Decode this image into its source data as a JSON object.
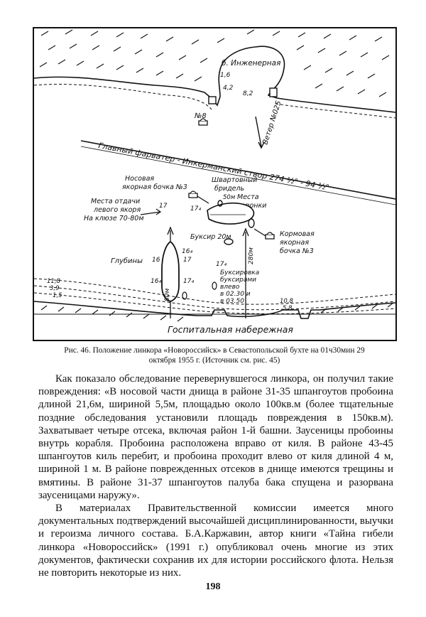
{
  "figure": {
    "labels": {
      "inzhenernaya": "б. Инженерная",
      "depth_16": "1,6",
      "depth_42": "4,2",
      "depth_82": "8,2",
      "n8": "№8",
      "wind": "Ветер №025",
      "fairway": "Главный фарватер - Инкерманский створ  274 ½° - 94 ½°",
      "bow_buoy_1": "Носовая",
      "bow_buoy_2": "якорная бочка №3",
      "shvartov_1": "Швартовный",
      "shvartov_2": "бридель",
      "shvartov_50": "50м",
      "funnels_1": "Места",
      "funnels_2": "воронки",
      "left_anchor_1": "Места отдачи",
      "left_anchor_2": "левого якоря",
      "left_anchor_3": "На клюзе 70-80м",
      "d17a": "17",
      "d174a": "17₄",
      "stern_buoy_1": "Кормовая",
      "stern_buoy_2": "якорная",
      "stern_buoy_3": "бочка №3",
      "tug": "Буксир 20м",
      "d164a": "16₄",
      "depths_word": "Глубины",
      "d16": "16",
      "d17": "17",
      "d164b": "16₄",
      "d174b": "17₄",
      "d174c": "17₄",
      "len80": "80м",
      "len280": "280м",
      "tow_1": "Буксировка",
      "tow_2": "буксирами",
      "tow_3": "влево",
      "tow_4": "в 02.30 и",
      "tow_5": "в 03.50",
      "shore_118": "11,8",
      "shore_39": "3,9",
      "shore_15": "1,5",
      "shore_108": "10,8",
      "shore_58": "5,8",
      "embankment": "Госпитальная набережная"
    }
  },
  "caption": "Рис. 46. Положение линкора «Новороссийск» в Севастопольской бухте на 01ч30мин 29 октября 1955 г. (Источник см. рис. 45)",
  "paragraphs": [
    "Как показало обследование перевернувшегося линкора, он получил такие повреждения: «В носовой части днища в районе 31-35 шпангоутов пробоина длиной 21,6м, шириной 5,5м, площадью около 100кв.м (более тщательные поздние обследования установили площадь повреждения в 150кв.м). Захватывает четыре отсека, включая район 1-й башни. Заусеницы пробоины внутрь корабля. Пробоина расположена вправо от киля. В районе 43-45 шпангоутов киль перебит, и пробоина проходит влево от киля длиной 4 м, шириной 1 м. В районе поврежденных отсеков в днище имеются трещины и вмятины. В районе 31-37 шпангоутов палуба бака спущена и разорвана заусеницами наружу».",
    "В материалах Правительственной комиссии имеется много документальных подтверждений высочайшей дисциплинированности, выучки и героизма личного состава. Б.А.Каржавин, автор книги «Тайна гибели линкора «Новороссийск» (1991 г.) опубликовал очень многие из этих документов, фактически сохранив их для истории российского флота. Нельзя не повторить некоторые из них."
  ],
  "page_number": "198"
}
